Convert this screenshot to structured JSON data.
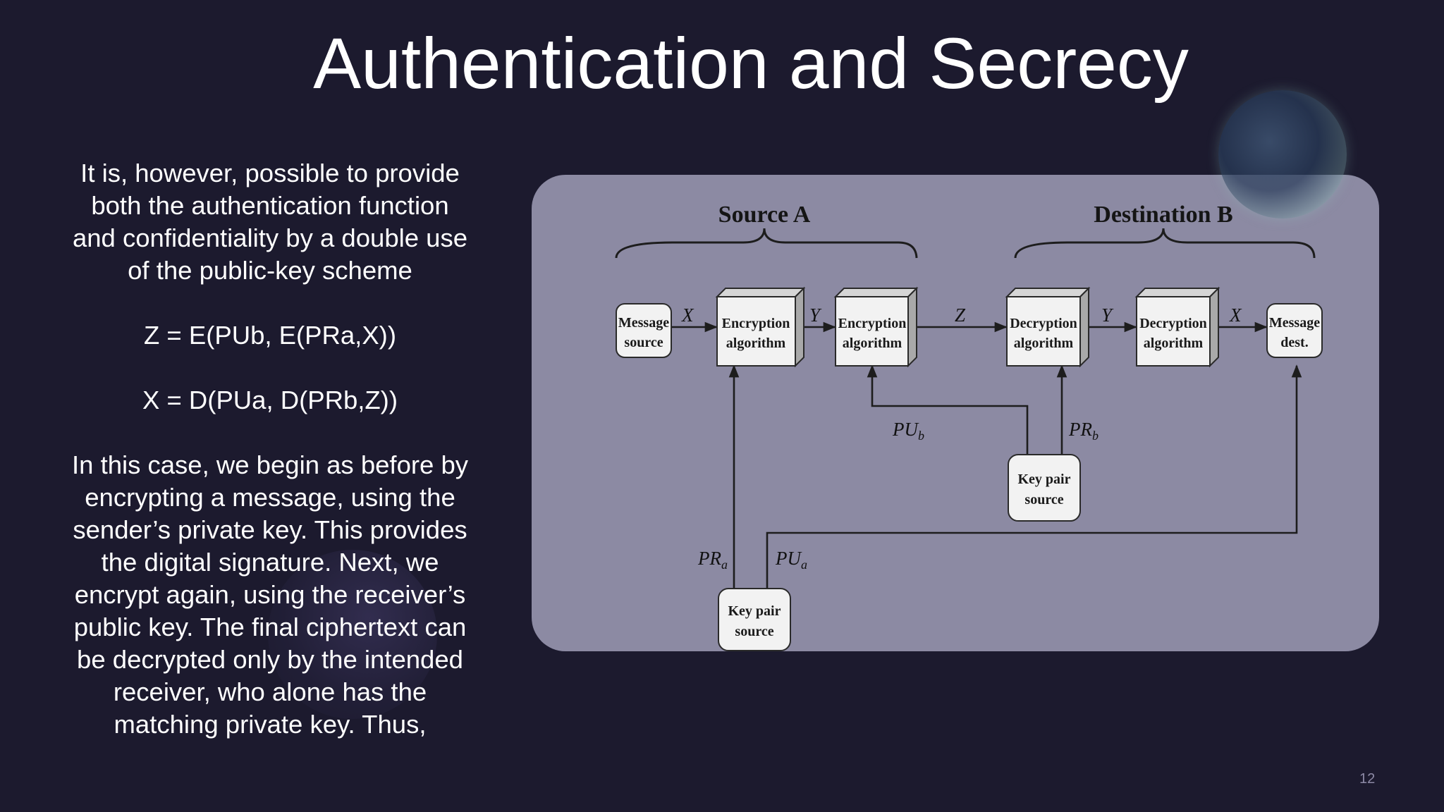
{
  "slide": {
    "title": "Authentication and Secrecy",
    "page_number": "12",
    "paragraphs": [
      "It is, however, possible to provide both the authentication function and confidentiality by a double use of the public-key scheme",
      "Z = E(PUb, E(PRa,X))",
      "X = D(PUa, D(PRb,Z))",
      "In this case, we begin as before by encrypting a message, using the sender’s private key. This provides the digital signature. Next, we encrypt again, using the receiver’s public key. The final ciphertext can be decrypted only by the intended receiver, who alone has the matching private key. Thus,"
    ]
  },
  "diagram": {
    "headers": {
      "source": "Source A",
      "destination": "Destination B"
    },
    "boxes": {
      "message_source": [
        "Message",
        "source"
      ],
      "encryption_1": [
        "Encryption",
        "algorithm"
      ],
      "encryption_2": [
        "Encryption",
        "algorithm"
      ],
      "decryption_1": [
        "Decryption",
        "algorithm"
      ],
      "decryption_2": [
        "Decryption",
        "algorithm"
      ],
      "message_dest": [
        "Message",
        "dest."
      ],
      "key_pair_a": [
        "Key pair",
        "source"
      ],
      "key_pair_b": [
        "Key pair",
        "source"
      ]
    },
    "labels": {
      "x1": "X",
      "y1": "Y",
      "z": "Z",
      "y2": "Y",
      "x2": "X",
      "pu_b_main": "PU",
      "pu_b_sub": "b",
      "pr_b_main": "PR",
      "pr_b_sub": "b",
      "pr_a_main": "PR",
      "pr_a_sub": "a",
      "pu_a_main": "PU",
      "pu_a_sub": "a"
    }
  }
}
